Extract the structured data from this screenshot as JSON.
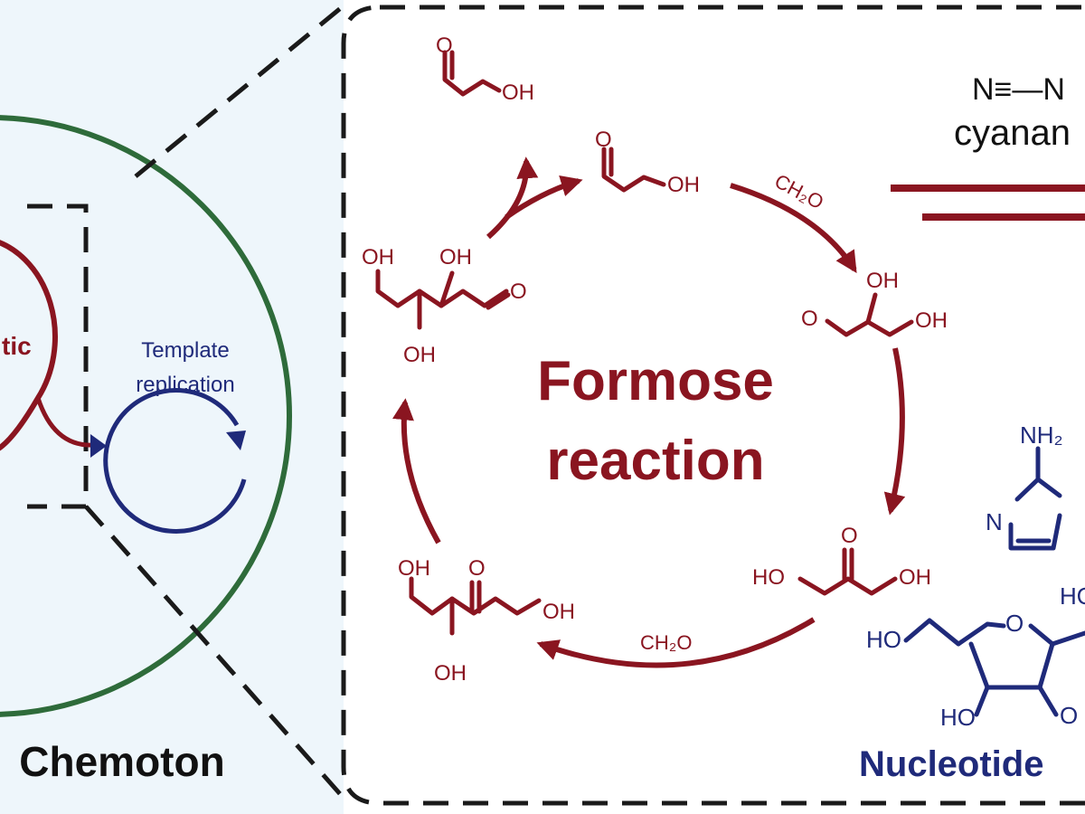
{
  "left_panel": {
    "title": "Chemoton",
    "partial_label": "tic",
    "template_label_line1": "Template",
    "template_label_line2": "replication"
  },
  "cycle": {
    "title_line1": "Formose",
    "title_line2": "reaction",
    "reagent_top": "CH₂O",
    "reagent_bottom": "CH₂O",
    "oh": "OH",
    "ho": "HO",
    "o": "O"
  },
  "right_panel": {
    "cyanamide_formula": "N≡—N",
    "cyanamide_label": "cyanan",
    "amine": "NH₂",
    "n": "N",
    "o": "O",
    "ho": "HO",
    "nucleotide_label": "Nucleotide"
  },
  "colors": {
    "formose_red": "#8a1520",
    "replication_blue": "#1f2a7a",
    "membrane_green": "#2e6b3a",
    "panel_bg": "#eef6fb"
  }
}
